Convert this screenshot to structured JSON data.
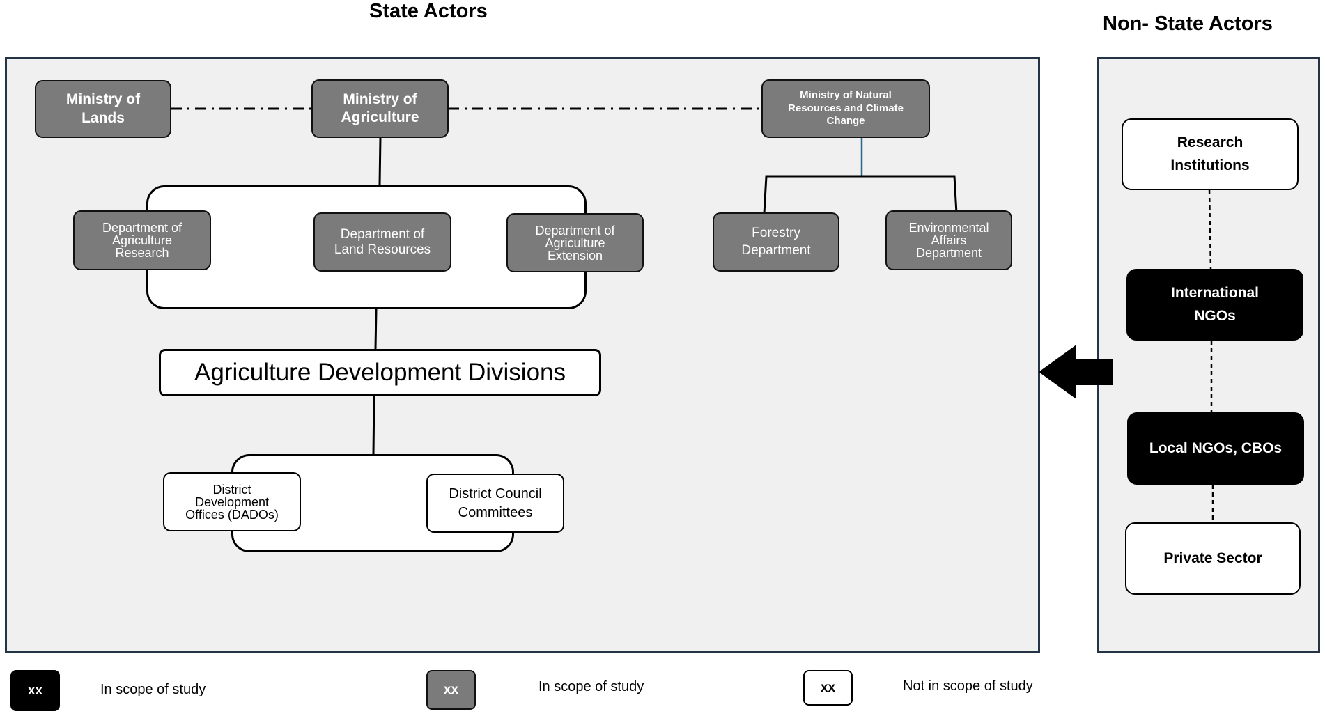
{
  "headings": {
    "state": "State Actors",
    "non_state": "Non- State Actors"
  },
  "state": {
    "ministries": {
      "lands": "Ministry of\nLands",
      "agriculture": "Ministry of\nAgriculture",
      "natural_resources": "Ministry of Natural\nResources and Climate\nChange"
    },
    "departments": {
      "agri_research": "Department of\nAgriculture\nResearch",
      "land_resources": "Department of\nLand Resources",
      "agri_extension": "Department of\nAgriculture\nExtension",
      "forestry": "Forestry\nDepartment",
      "environmental": "Environmental\nAffairs\nDepartment"
    },
    "divisions": "Agriculture Development Divisions",
    "district": {
      "dados": "District\nDevelopment\nOffices (DADOs)",
      "council": "District Council\nCommittees"
    }
  },
  "non_state": {
    "research": "Research\nInstitutions",
    "international_ngos": "International\nNGOs",
    "local_ngos": "Local NGOs, CBOs",
    "private_sector": "Private Sector"
  },
  "legend": [
    {
      "sample": "xx",
      "label": "In scope of study",
      "style": "black"
    },
    {
      "sample": "xx",
      "label": "In scope of study",
      "style": "grey"
    },
    {
      "sample": "xx",
      "label": "Not in scope of study",
      "style": "white"
    }
  ],
  "colors": {
    "grey_fill": "#7b7b7b",
    "black_fill": "#000000",
    "panel_fill": "#f0f0f0",
    "panel_border": "#253445",
    "connector_blue": "#2b6a8c"
  }
}
